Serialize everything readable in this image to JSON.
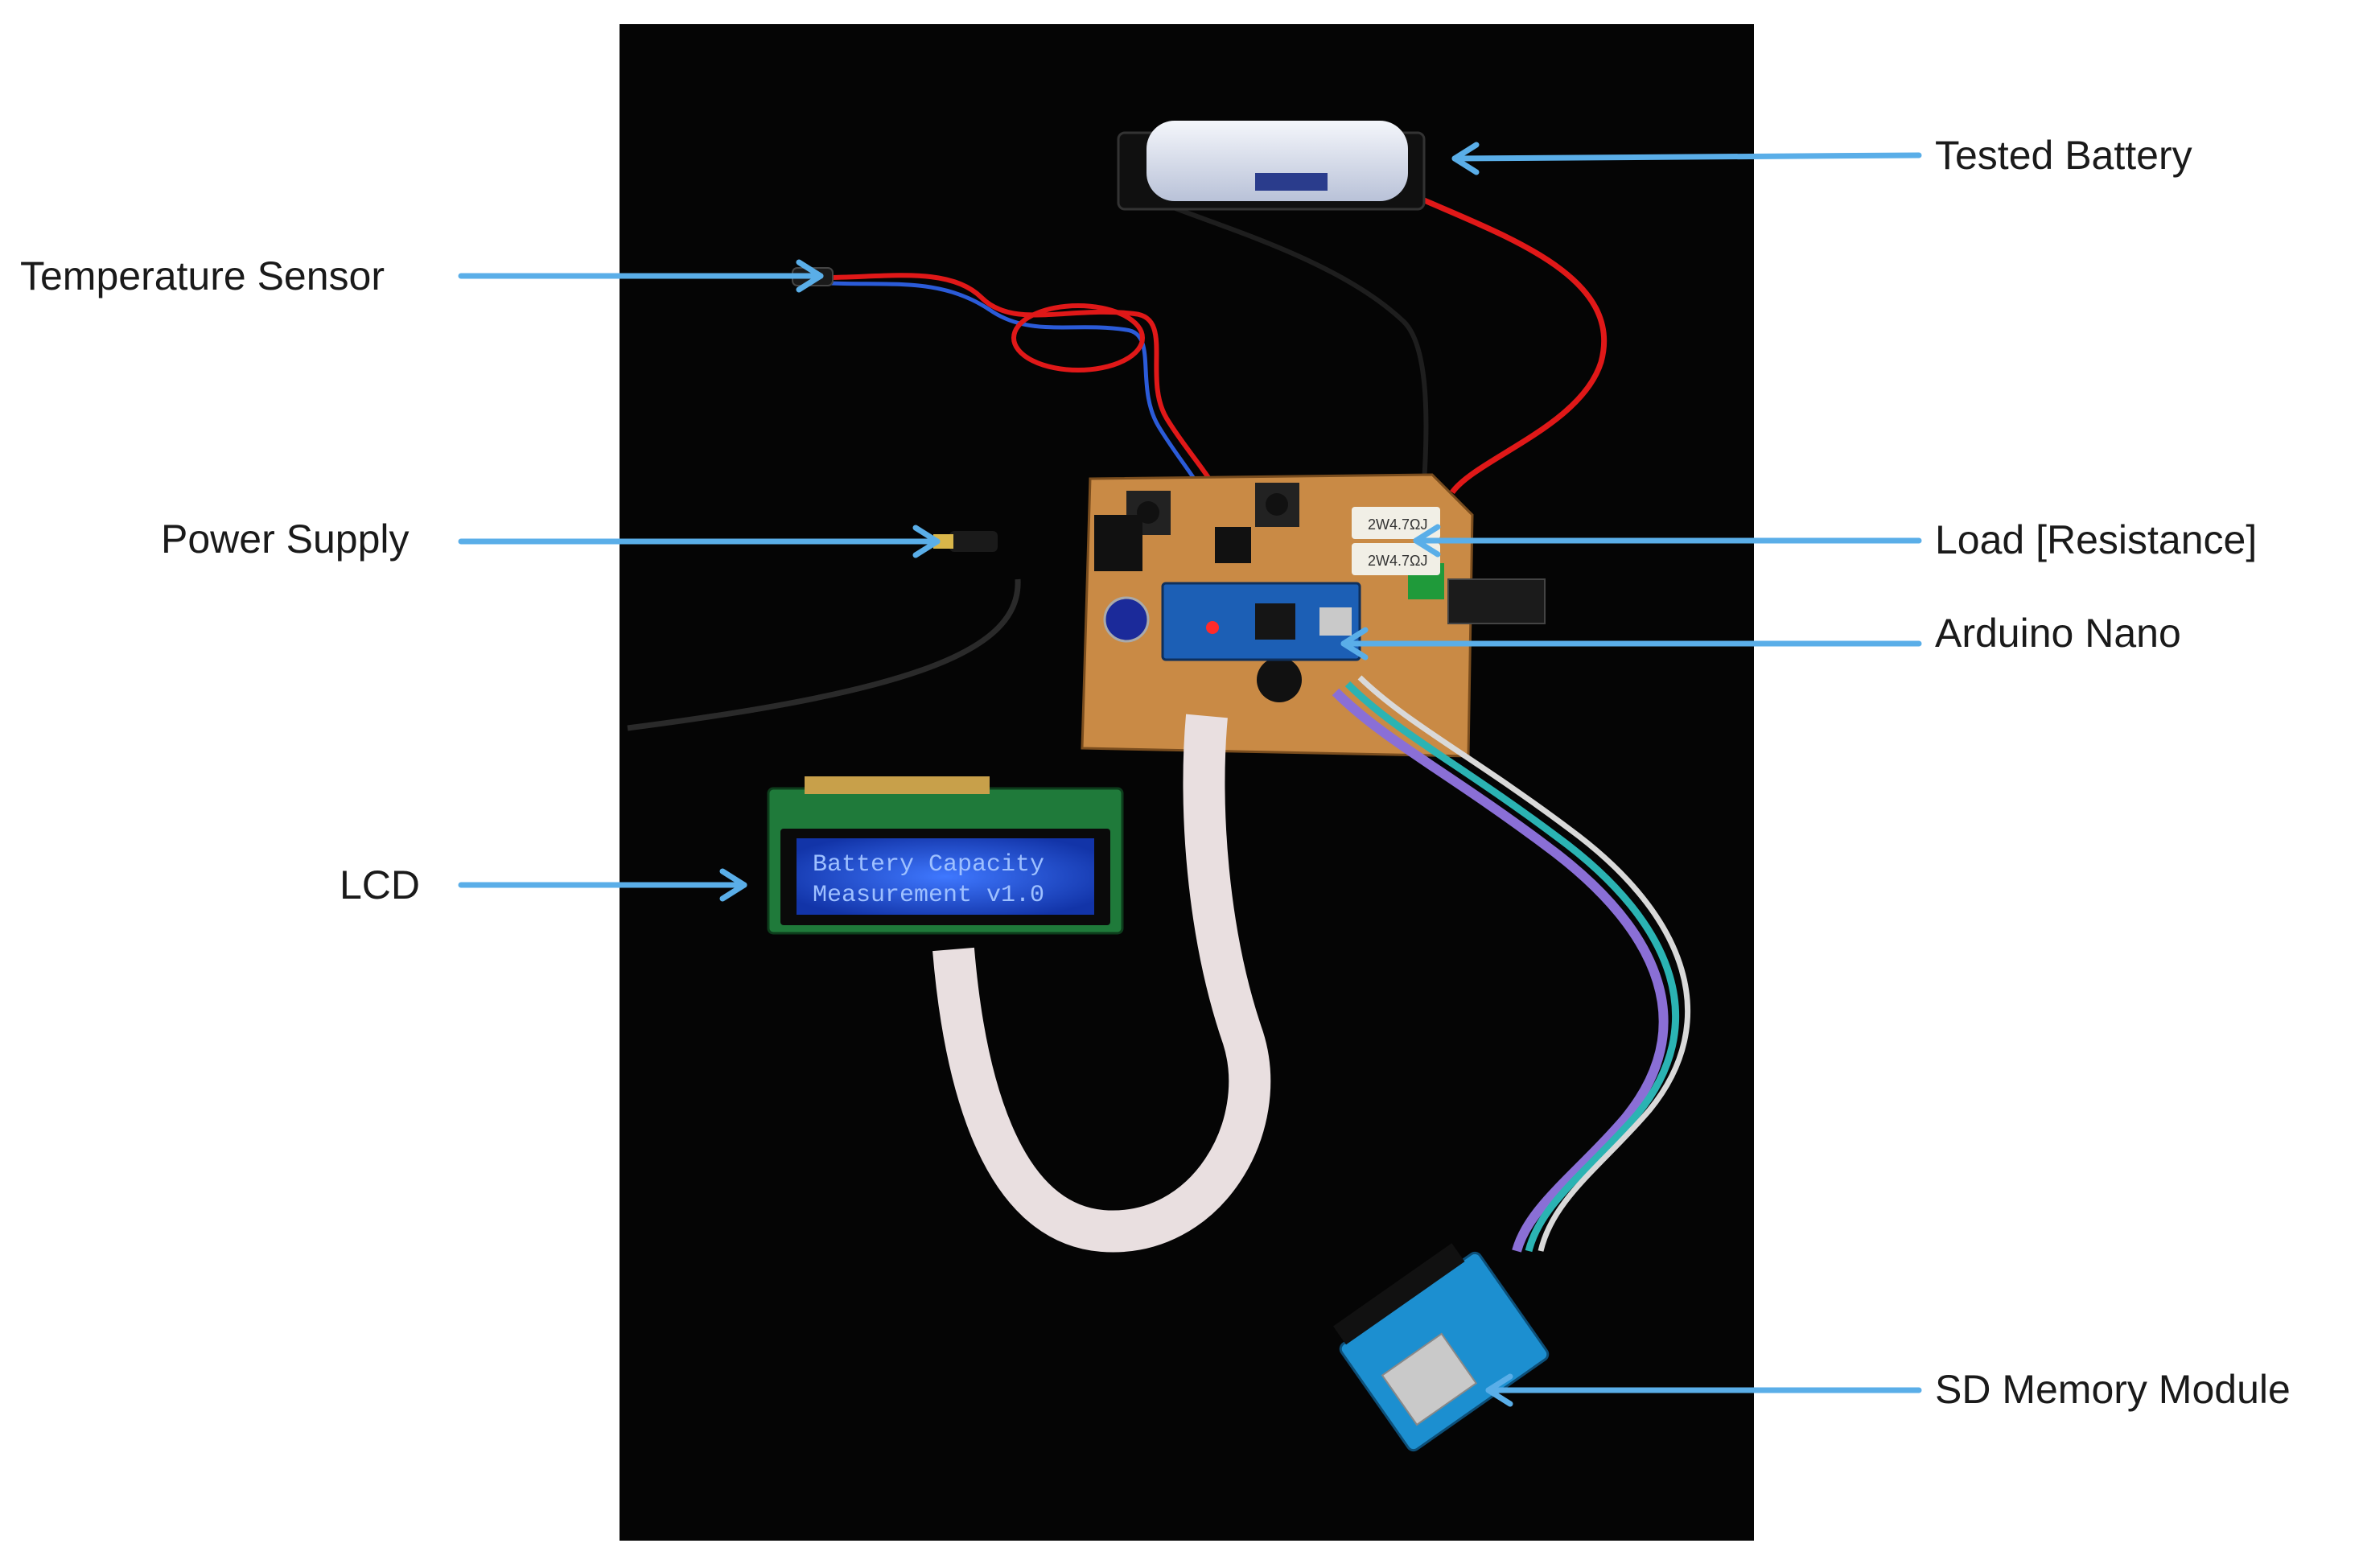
{
  "labels": {
    "tested_battery": "Tested Battery",
    "temperature_sensor": "Temperature Sensor",
    "power_supply": "Power Supply",
    "load_resistance": "Load [Resistance]",
    "arduino_nano": "Arduino Nano",
    "lcd": "LCD",
    "sd_memory_module": "SD Memory Module"
  },
  "lcd_screen": {
    "line1": "Battery Capacity",
    "line2": "Measurement v1.0"
  },
  "resistor_markings": [
    "2W4.7ΩJ",
    "2W4.7ΩJ"
  ],
  "colors": {
    "background": "#ffffff",
    "photo_background": "#050505",
    "arrow": "#5aaee8",
    "pcb": "#c98a45",
    "lcd_backlight": "#1f4fe0",
    "arduino_board": "#1c5fb5",
    "sd_module": "#1c8fd0",
    "wire_red": "#e01818"
  },
  "icons": {
    "arrow": "right-pointing-arrow-icon"
  }
}
